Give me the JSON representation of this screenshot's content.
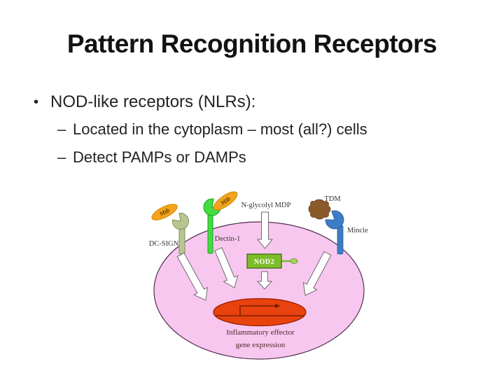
{
  "slide": {
    "title": "Pattern Recognition Receptors",
    "bullets": [
      {
        "marker": "•",
        "text": "NOD-like receptors (NLRs):"
      },
      {
        "marker": "–",
        "text": "Located in the cytoplasm – most (all?) cells"
      },
      {
        "marker": "–",
        "text": "Detect PAMPs or DAMPs"
      }
    ]
  },
  "diagram": {
    "labels": {
      "mtb1": "Mtb",
      "mtb2": "Mtb",
      "dc_sign": "DC-SIGN",
      "dectin": "Dectin-1",
      "n_glycolyl_mdp": "N-glycolyl MDP",
      "nod2": "NOD2",
      "tdm": "TDM",
      "mincle": "Mincle",
      "effector_line1": "Inflammatory effector",
      "effector_line2": "gene expression"
    },
    "colors": {
      "cell_fill": "#f8c7f0",
      "cell_stroke": "#533150",
      "mtb_ligand": "#f3a41c",
      "dc_sign_receptor": "#b9c693",
      "dectin_receptor": "#43dc43",
      "mincle_receptor": "#3c7cc4",
      "tdm_ligand": "#8a5a2b",
      "nod2_box": "#7dbd2a",
      "gene_ellipse": "#e8420e",
      "arrow_fill": "#ffffff"
    }
  }
}
